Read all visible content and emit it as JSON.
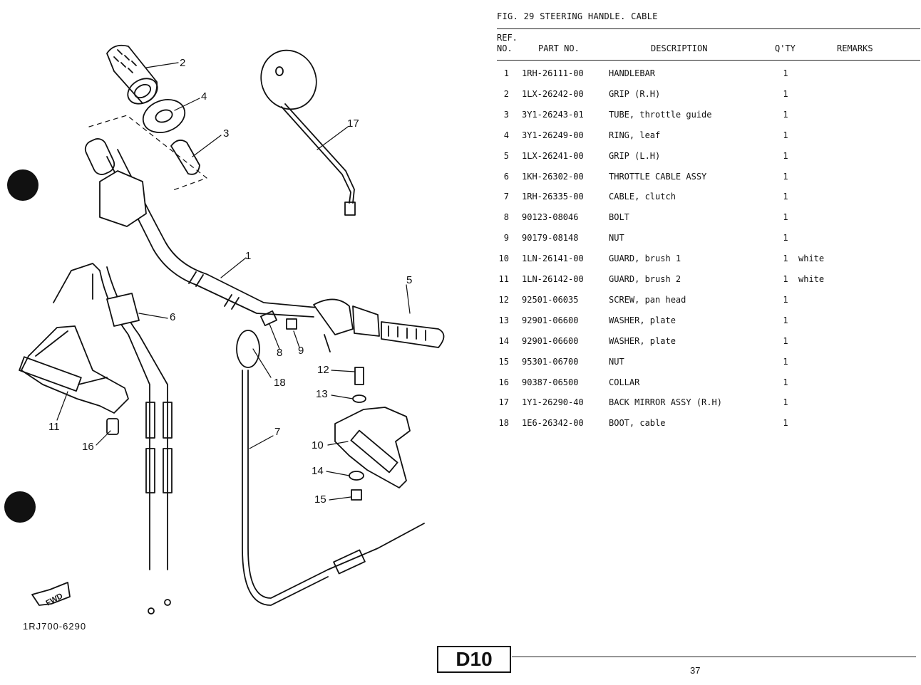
{
  "figure": {
    "title": "FIG. 29  STEERING HANDLE. CABLE",
    "diagram_callouts": [
      "1",
      "2",
      "3",
      "4",
      "5",
      "6",
      "7",
      "8",
      "9",
      "10",
      "11",
      "12",
      "13",
      "14",
      "15",
      "16",
      "17",
      "18"
    ],
    "fwd_label": "FWD",
    "diagram_code": "1RJ700-6290"
  },
  "table": {
    "headers": {
      "ref_no": "REF.\nNO.",
      "part_no": "PART NO.",
      "description": "DESCRIPTION",
      "qty": "Q'TY",
      "remarks": "REMARKS"
    },
    "rows": [
      {
        "no": "1",
        "part": "1RH-26111-00",
        "desc": "HANDLEBAR",
        "qty": "1",
        "remarks": ""
      },
      {
        "no": "2",
        "part": "1LX-26242-00",
        "desc": "GRIP (R.H)",
        "qty": "1",
        "remarks": ""
      },
      {
        "no": "3",
        "part": "3Y1-26243-01",
        "desc": "TUBE, throttle guide",
        "qty": "1",
        "remarks": ""
      },
      {
        "no": "4",
        "part": "3Y1-26249-00",
        "desc": "RING, leaf",
        "qty": "1",
        "remarks": ""
      },
      {
        "no": "5",
        "part": "1LX-26241-00",
        "desc": "GRIP (L.H)",
        "qty": "1",
        "remarks": ""
      },
      {
        "no": "6",
        "part": "1KH-26302-00",
        "desc": "THROTTLE CABLE ASSY",
        "qty": "1",
        "remarks": ""
      },
      {
        "no": "7",
        "part": "1RH-26335-00",
        "desc": "CABLE, clutch",
        "qty": "1",
        "remarks": ""
      },
      {
        "no": "8",
        "part": "90123-08046",
        "desc": "BOLT",
        "qty": "1",
        "remarks": ""
      },
      {
        "no": "9",
        "part": "90179-08148",
        "desc": "NUT",
        "qty": "1",
        "remarks": ""
      },
      {
        "no": "10",
        "part": "1LN-26141-00",
        "desc": "GUARD, brush 1",
        "qty": "1",
        "remarks": "white"
      },
      {
        "no": "11",
        "part": "1LN-26142-00",
        "desc": "GUARD, brush 2",
        "qty": "1",
        "remarks": "white"
      },
      {
        "no": "12",
        "part": "92501-06035",
        "desc": "SCREW, pan head",
        "qty": "1",
        "remarks": ""
      },
      {
        "no": "13",
        "part": "92901-06600",
        "desc": "WASHER, plate",
        "qty": "1",
        "remarks": ""
      },
      {
        "no": "14",
        "part": "92901-06600",
        "desc": "WASHER, plate",
        "qty": "1",
        "remarks": ""
      },
      {
        "no": "15",
        "part": "95301-06700",
        "desc": "NUT",
        "qty": "1",
        "remarks": ""
      },
      {
        "no": "16",
        "part": "90387-06500",
        "desc": "COLLAR",
        "qty": "1",
        "remarks": ""
      },
      {
        "no": "17",
        "part": "1Y1-26290-40",
        "desc": "BACK MIRROR ASSY (R.H)",
        "qty": "1",
        "remarks": ""
      },
      {
        "no": "18",
        "part": "1E6-26342-00",
        "desc": "BOOT, cable",
        "qty": "1",
        "remarks": ""
      }
    ]
  },
  "footer": {
    "section_tag": "D10",
    "page_number": "37"
  }
}
